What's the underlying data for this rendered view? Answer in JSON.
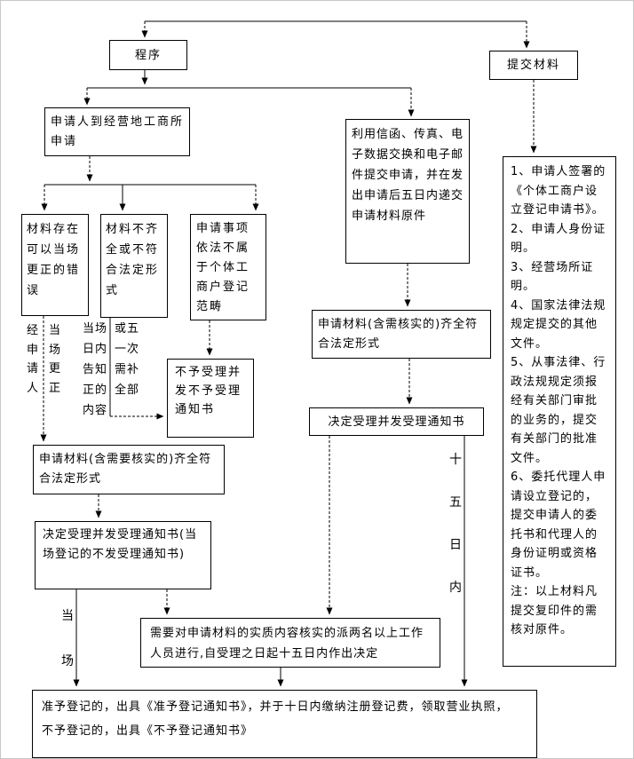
{
  "colors": {
    "line": "#000000",
    "background": "#ffffff",
    "text": "#000000"
  },
  "nodes": {
    "procedure": "程序",
    "submit_materials": "提交材料",
    "apply_onsite": "申请人到经营地工商所申请",
    "error_correctable": "材料存在可以当场更正的错误",
    "incomplete": "材料不齐全或不符合法定形式",
    "not_in_scope": "申请事项依法不属于个体工商户登记范畴",
    "mail_apply": "利用信函、传真、电子数据交换和电子邮件提交申请，并在发出申请后五日内递交申请材料原件",
    "reject": "不予受理并发不予受理通知书",
    "material_ok_left": "申请材料(含需要核实的)齐全符合法定形式",
    "material_ok_mid": "申请材料(含需核实的)齐全符合法定形式",
    "accept_left": "决定受理并发受理通知书(当场登记的不发受理通知书)",
    "accept_mid": "决定受理并发受理通知书",
    "verify": "需要对申请材料的实质内容核实的派两名以上工作人员进行,自受理之日起十五日内作出决定"
  },
  "final_box": {
    "line1": "准予登记的，出具《准予登记通知书》，并于十日内缴纳注册登记费，领取营业执照，",
    "line2": "不予登记的，出具《不予登记通知书》"
  },
  "edge_labels": {
    "via_applicant": "经申请人",
    "onsite_fix": "当场更正",
    "inform_left_rows": [
      "当场",
      "日内",
      "告知",
      "正的",
      "内容"
    ],
    "inform_right_rows": [
      "或五",
      "一次",
      "需补",
      "全部"
    ],
    "onsite_chars": [
      "当",
      "场"
    ],
    "fifteen_days_chars": [
      "十",
      "五",
      "日",
      "内"
    ]
  },
  "materials_panel": {
    "items": [
      "1、申请人签署的《个体工商户设立登记申请书》。",
      "2、申请人身份证明。",
      "3、经营场所证明。",
      "4、国家法律法规规定提交的其他文件。",
      "5、从事法律、行政法规规定须报经有关部门审批的业务的，提交有关部门的批准文件。",
      "6、委托代理人申请设立登记的，提交申请人的委托书和代理人的身份证明或资格证书。",
      "注：以上材料凡提交复印件的需核对原件。"
    ]
  }
}
